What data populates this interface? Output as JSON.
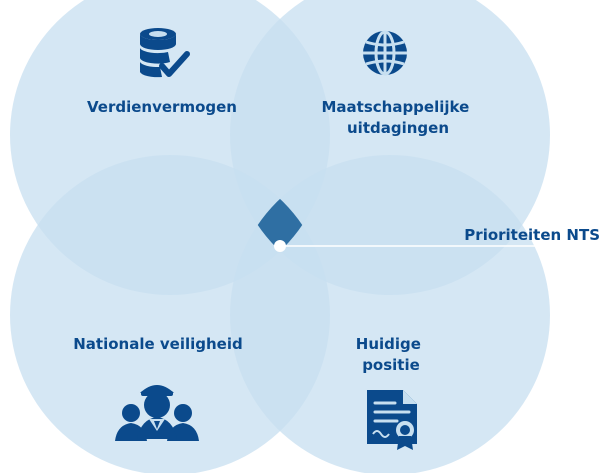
{
  "colors": {
    "circle_fill": "#c7dff0",
    "circle_opacity": 0.75,
    "text": "#0b4a8c",
    "icon": "#0b4a8c",
    "center_fill": "#2f6fa3",
    "center_dot": "#ffffff",
    "pointer_line": "#ffffff"
  },
  "circles": {
    "top_left": {
      "label_lines": [
        "Verdienvermogen"
      ],
      "icon": "coins-check-icon"
    },
    "top_right": {
      "label_lines": [
        "Maatschappelijke",
        "uitdagingen"
      ],
      "icon": "globe-icon"
    },
    "bottom_left": {
      "label_lines": [
        "Nationale veiligheid"
      ],
      "icon": "security-officers-icon"
    },
    "bottom_right": {
      "label_lines": [
        "Huidige",
        "positie"
      ],
      "icon": "certificate-document-icon"
    }
  },
  "center": {
    "label": "Prioriteiten NTS"
  }
}
